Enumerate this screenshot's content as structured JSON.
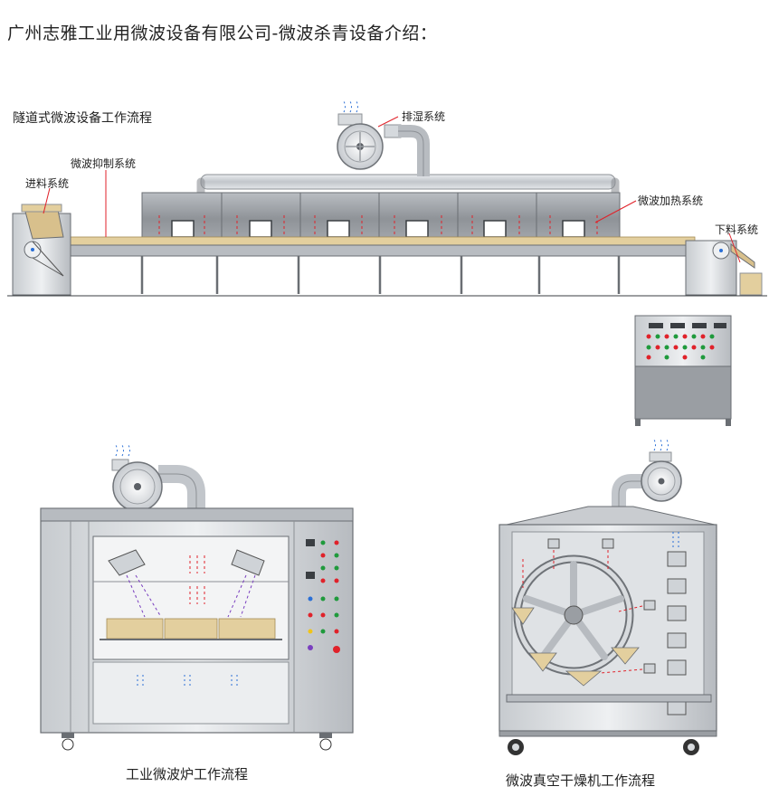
{
  "page": {
    "title": "广州志雅工业用微波设备有限公司-微波杀青设备介绍："
  },
  "tunnel": {
    "heading": "隧道式微波设备工作流程",
    "callouts": {
      "exhaust": "排湿系统",
      "suppression": "微波抑制系统",
      "feeding": "进料系统",
      "heating": "微波加热系统",
      "discharge": "下料系统"
    }
  },
  "captions": {
    "industrial_oven": "工业微波炉工作流程",
    "vacuum_dryer": "微波真空干燥机工作流程"
  },
  "colors": {
    "steel": "#c9ccd0",
    "steel_dark": "#8d9196",
    "cabinet": "#9a9ea3",
    "duct": "#d4d8dc",
    "product": "#e3cf9e",
    "microwave": "#e0222a",
    "steam": "#2a6fd6",
    "leader": "#e0222a"
  },
  "icons": [
    "fan-icon",
    "wheel-icon",
    "gauge-icon",
    "indicator-lamp-icon",
    "steam-icon",
    "microwave-wave-icon"
  ]
}
